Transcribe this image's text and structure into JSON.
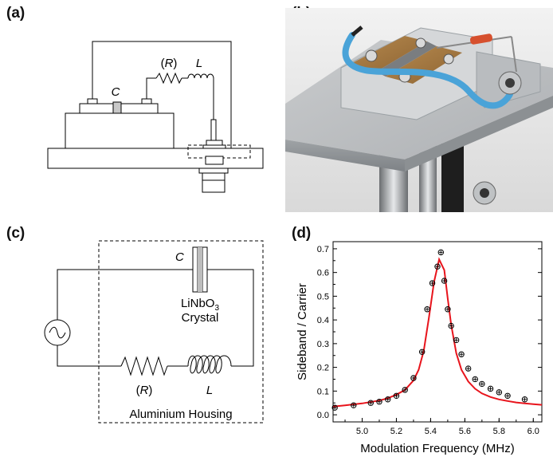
{
  "panels": {
    "a": "(a)",
    "b": "(b)",
    "c": "(c)",
    "d": "(d)"
  },
  "panel_a": {
    "capacitor": "C",
    "resistor": "(R)",
    "resistor_letter": "R",
    "inductor": "L"
  },
  "panel_b": {
    "content": "photograph"
  },
  "panel_c": {
    "capacitor": "C",
    "crystal_line1": "LiNbO",
    "crystal_sub": "3",
    "crystal_line2": "Crystal",
    "resistor": "(R)",
    "resistor_letter": "R",
    "inductor": "L",
    "housing": "Aluminium Housing"
  },
  "chart_data": {
    "type": "scatter",
    "ylabel": "Sideband / Carrier",
    "xlabel": "Modulation Frequency (MHz)",
    "xlim": [
      4.83,
      6.05
    ],
    "ylim": [
      -0.03,
      0.73
    ],
    "x_ticks": [
      "5.0",
      "5.2",
      "5.4",
      "5.6",
      "5.8",
      "6.0"
    ],
    "x_tick_values": [
      5.0,
      5.2,
      5.4,
      5.6,
      5.8,
      6.0
    ],
    "y_ticks": [
      "0.0",
      "0.1",
      "0.2",
      "0.3",
      "0.4",
      "0.5",
      "0.6",
      "0.7"
    ],
    "y_tick_values": [
      0.0,
      0.1,
      0.2,
      0.3,
      0.4,
      0.5,
      0.6,
      0.7
    ],
    "series": [
      {
        "kind": "points",
        "marker": "circle-plus",
        "color": "#000000",
        "x": [
          4.84,
          4.95,
          5.05,
          5.1,
          5.15,
          5.2,
          5.25,
          5.3,
          5.35,
          5.38,
          5.41,
          5.44,
          5.46,
          5.48,
          5.5,
          5.52,
          5.55,
          5.58,
          5.62,
          5.66,
          5.7,
          5.75,
          5.8,
          5.85,
          5.95
        ],
        "y": [
          0.03,
          0.04,
          0.05,
          0.055,
          0.065,
          0.08,
          0.105,
          0.155,
          0.265,
          0.445,
          0.555,
          0.625,
          0.685,
          0.565,
          0.445,
          0.375,
          0.315,
          0.255,
          0.195,
          0.15,
          0.13,
          0.11,
          0.095,
          0.08,
          0.065
        ]
      },
      {
        "kind": "fit",
        "color": "#e8141c",
        "x": [
          4.83,
          4.9,
          5.0,
          5.1,
          5.15,
          5.2,
          5.25,
          5.3,
          5.33,
          5.36,
          5.39,
          5.42,
          5.45,
          5.48,
          5.5,
          5.52,
          5.55,
          5.58,
          5.62,
          5.66,
          5.7,
          5.75,
          5.8,
          5.85,
          5.9,
          5.95,
          6.0,
          6.05
        ],
        "y": [
          0.035,
          0.04,
          0.048,
          0.06,
          0.07,
          0.085,
          0.105,
          0.145,
          0.19,
          0.27,
          0.41,
          0.56,
          0.655,
          0.61,
          0.49,
          0.38,
          0.26,
          0.19,
          0.14,
          0.11,
          0.09,
          0.075,
          0.065,
          0.058,
          0.052,
          0.048,
          0.045,
          0.042
        ]
      }
    ]
  }
}
